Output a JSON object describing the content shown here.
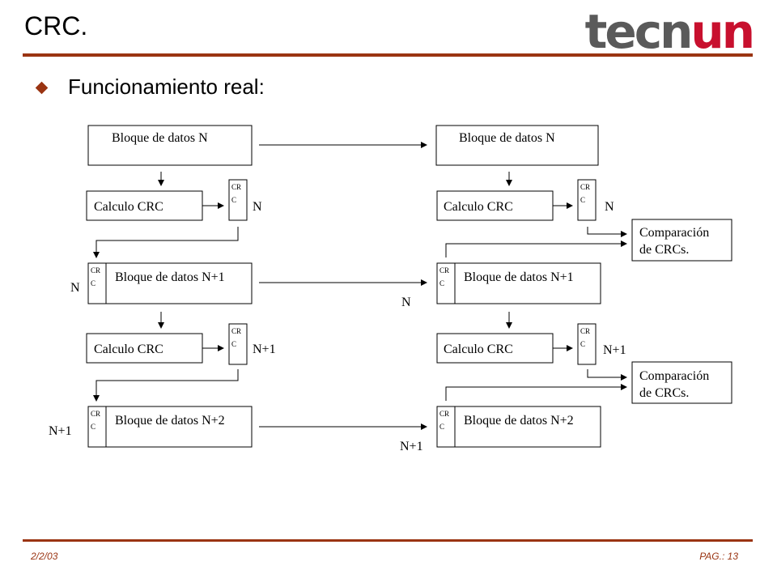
{
  "title": "CRC.",
  "logo": {
    "part1": "tecn",
    "part2": "un"
  },
  "bullet": "Funcionamiento real:",
  "footer": {
    "date": "2/2/03",
    "page": "PAG.: 13"
  },
  "diagram": {
    "block_n": "Bloque de datos N",
    "block_n1": "Bloque de datos N+1",
    "block_n2": "Bloque de datos N+2",
    "calc": "Calculo CRC",
    "crc_line1": "CR",
    "crc_line2": "C",
    "compare_line1": "Comparación",
    "compare_line2": "de CRCs.",
    "label_n": "N",
    "label_n1": "N+1"
  }
}
